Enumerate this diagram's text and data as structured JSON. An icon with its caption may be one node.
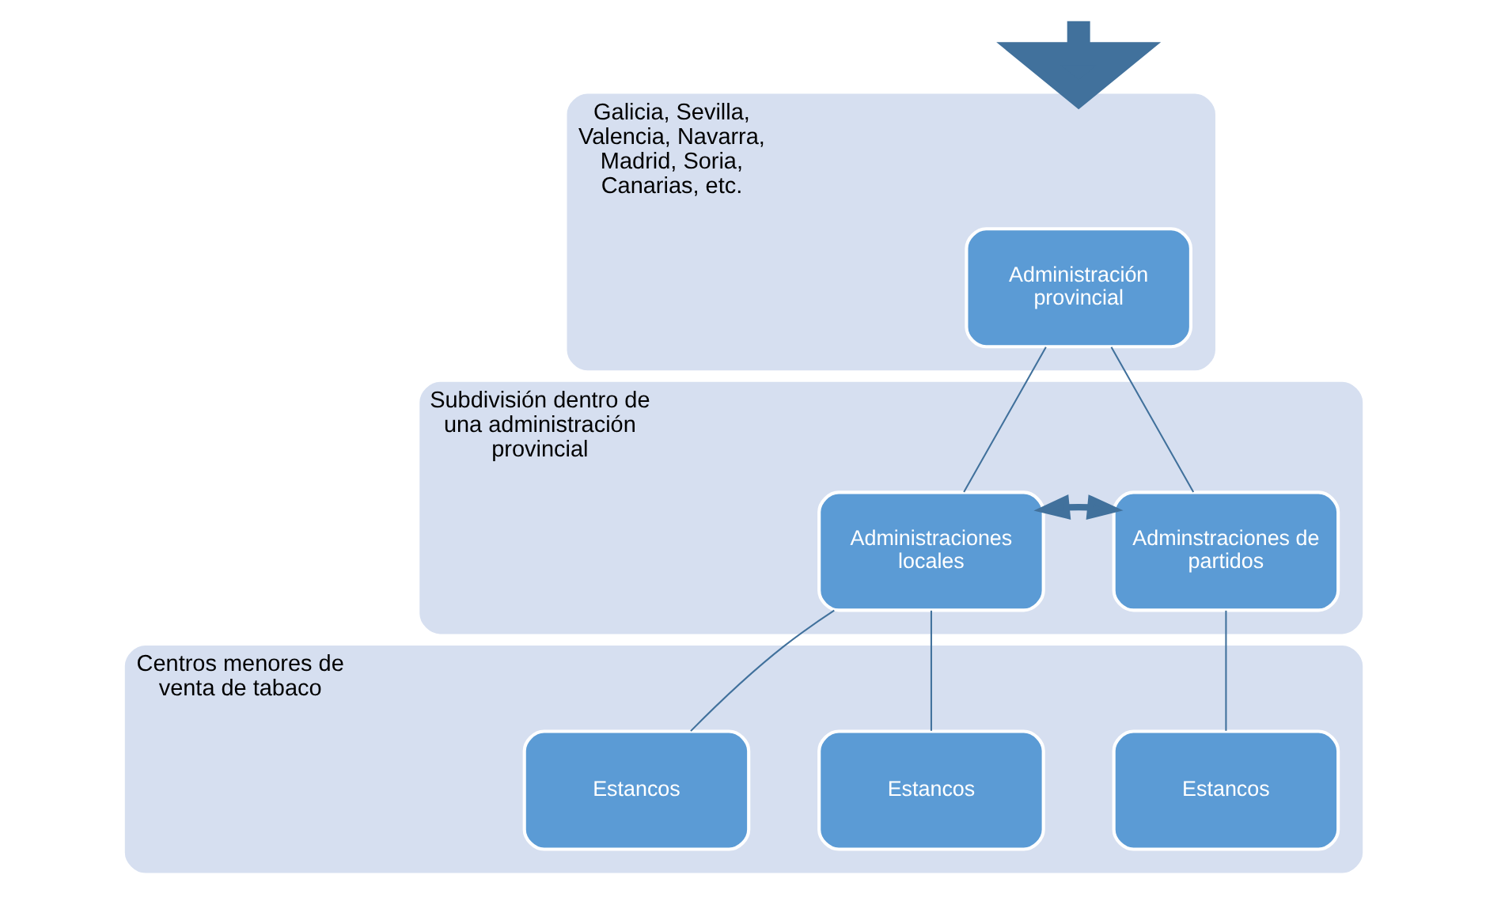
{
  "diagram": {
    "nodes": [
      {
        "text": [
          "Galicia, Sevilla, Valencia, Navarra, Madrid, Soria, Canarias, etc."
        ]
      },
      {
        "text": [
          "Administración provincial"
        ],
        "in": 0
      },
      {
        "text": [
          "Subdivisión dentro de una administración provincial"
        ]
      },
      {
        "text": [
          "Administraciones locales"
        ],
        "in": 2
      },
      {
        "text": [
          "Adminstraciones de partidos"
        ],
        "in": 2
      },
      {
        "text": [
          "Centros menores de venta de tabaco"
        ]
      },
      {
        "text": [
          "Estancos"
        ],
        "in": 5
      },
      {
        "text": [
          "Estancos"
        ],
        "in": 5
      },
      {
        "text": [
          "Estancos"
        ],
        "in": 5
      }
    ],
    "edges": [
      {
        "from": null,
        "to": 0,
        "arrow": "to",
        "style": "thick"
      },
      {
        "from": 1,
        "to": 3,
        "arrow": "none"
      },
      {
        "from": 1,
        "to": 4,
        "arrow": "none"
      },
      {
        "from": 3,
        "to": 4,
        "arrow": "both",
        "style": "thick"
      },
      {
        "from": 3,
        "to": 6,
        "arrow": "none"
      },
      {
        "from": 3,
        "to": 7,
        "arrow": "none"
      },
      {
        "from": 4,
        "to": 8,
        "arrow": "none"
      }
    ]
  }
}
